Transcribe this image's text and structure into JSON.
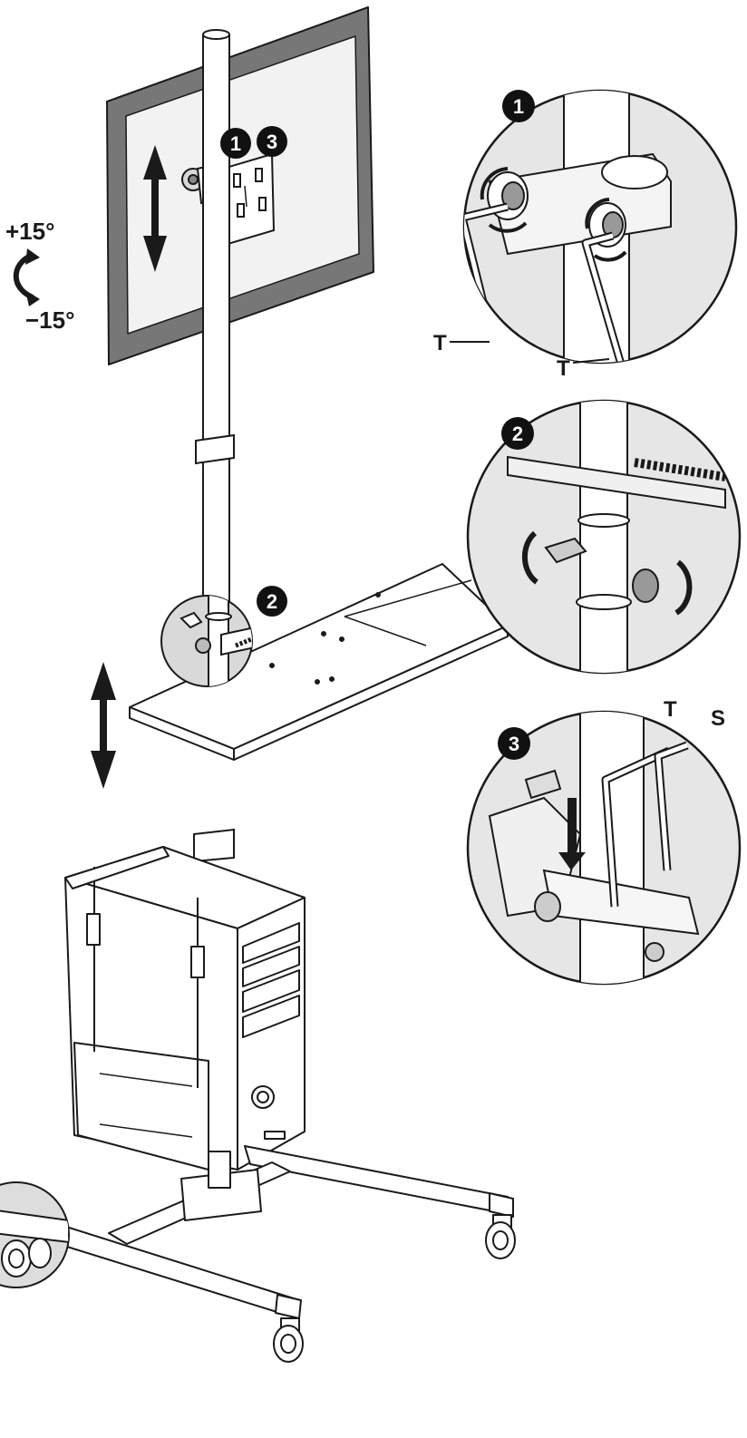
{
  "diagram": {
    "callouts": {
      "monitor_step1": "1",
      "monitor_step3": "3",
      "shelf_step2": "2",
      "detail1": "1",
      "detail2": "2",
      "detail3": "3"
    },
    "tilt": {
      "plus": "+15°",
      "minus": "−15°"
    },
    "tool_labels": {
      "detail1_left": "T",
      "detail1_right": "T",
      "detail3_t": "T",
      "detail3_s": "S"
    },
    "colors": {
      "line": "#1a1a1a",
      "bezel": "#777777",
      "screen": "#f2f2f2",
      "detail_bg": "#e6e6e6",
      "badge": "#111111",
      "badge_text": "#ffffff"
    }
  }
}
